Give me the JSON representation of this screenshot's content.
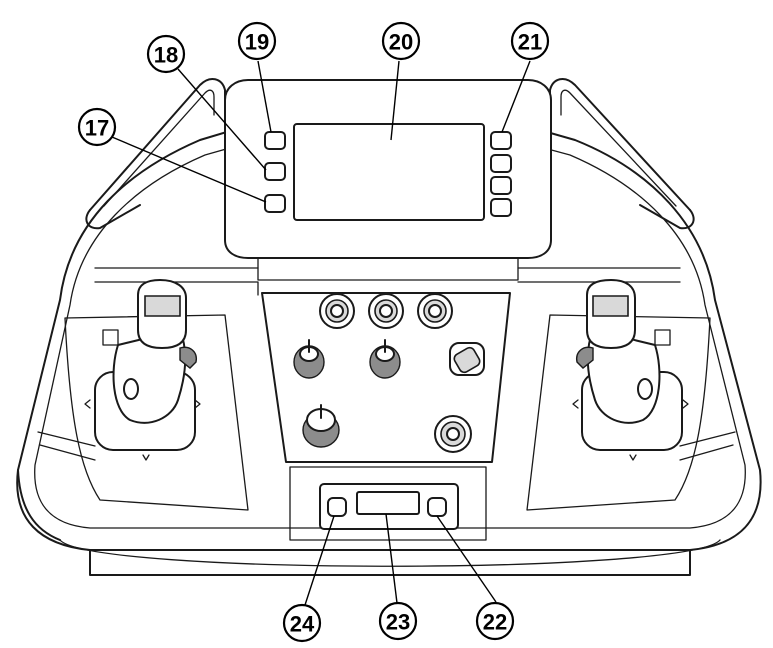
{
  "callouts": [
    {
      "id": "17",
      "label": "17"
    },
    {
      "id": "18",
      "label": "18"
    },
    {
      "id": "19",
      "label": "19"
    },
    {
      "id": "20",
      "label": "20"
    },
    {
      "id": "21",
      "label": "21"
    },
    {
      "id": "22",
      "label": "22"
    },
    {
      "id": "23",
      "label": "23"
    },
    {
      "id": "24",
      "label": "24"
    }
  ],
  "colors": {
    "line": "#1a1a1a",
    "background": "#ffffff",
    "shade": "#d9d9d9"
  }
}
